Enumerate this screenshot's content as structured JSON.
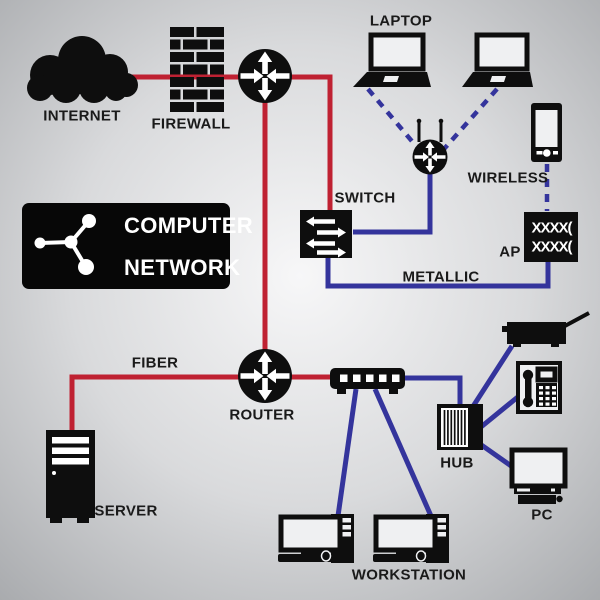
{
  "title": "COMPUTER NETWORK",
  "logo": {
    "line1": "COMPUTER",
    "line2": "NETWORK"
  },
  "labels": {
    "internet": "INTERNET",
    "firewall": "FIREWALL",
    "laptop": "LAPTOP",
    "switch": "SWITCH",
    "wireless": "WIRELESS",
    "ap": "AP",
    "metallic": "METALLIC",
    "fiber": "FIBER",
    "router": "ROUTER",
    "server": "SERVER",
    "hub": "HUB",
    "pc": "PC",
    "workstation": "WORKSTATION"
  },
  "ap_pattern": {
    "row1": "XXXX(",
    "row2": "XXXX("
  },
  "colors": {
    "red": "#bf2132",
    "blue": "#34349c",
    "ink": "#0e0e0e",
    "label": "#1a1a1a",
    "screen": "#eff0f2",
    "bg_center": "#f7f7f8",
    "bg_mid": "#d9dadc",
    "bg_edge": "#a9abae"
  },
  "edges": [
    {
      "from": "INTERNET",
      "to": "FIREWALL",
      "line": "red"
    },
    {
      "from": "FIREWALL",
      "to": "ROUTER-TOP",
      "line": "red"
    },
    {
      "from": "ROUTER-TOP",
      "to": "SWITCH",
      "line": "red"
    },
    {
      "from": "ROUTER-TOP",
      "to": "ROUTER",
      "line": "red"
    },
    {
      "from": "ROUTER",
      "to": "SERVER",
      "line": "red",
      "label": "FIBER"
    },
    {
      "from": "ROUTER",
      "to": "SWITCH-PANEL",
      "line": "red"
    },
    {
      "from": "LAPTOP-1",
      "to": "WIRELESS-ROUTER",
      "line": "blue-dashed"
    },
    {
      "from": "LAPTOP-2",
      "to": "WIRELESS-ROUTER",
      "line": "blue-dashed"
    },
    {
      "from": "WIRELESS-ROUTER",
      "to": "SWITCH",
      "line": "blue"
    },
    {
      "from": "SWITCH",
      "to": "AP",
      "line": "blue",
      "label": "METALLIC"
    },
    {
      "from": "WIRELESS-PHONE",
      "to": "AP",
      "line": "blue-dashed"
    },
    {
      "from": "SWITCH-PANEL",
      "to": "HUB",
      "line": "blue"
    },
    {
      "from": "SWITCH-PANEL",
      "to": "WORKSTATION-1",
      "line": "blue"
    },
    {
      "from": "SWITCH-PANEL",
      "to": "WORKSTATION-2",
      "line": "blue"
    },
    {
      "from": "HUB",
      "to": "PRINTER",
      "line": "blue"
    },
    {
      "from": "HUB",
      "to": "PHONE",
      "line": "blue"
    },
    {
      "from": "HUB",
      "to": "PC",
      "line": "blue"
    }
  ]
}
